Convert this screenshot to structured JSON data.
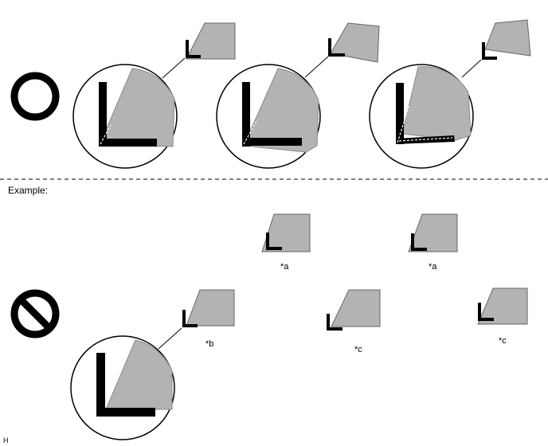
{
  "example_label": "Example:",
  "labels": {
    "a1": "*a",
    "a2": "*a",
    "b": "*b",
    "c1": "*c",
    "c2": "*c"
  },
  "corner_mark": "H",
  "colors": {
    "panel_fill": "#b3b3b3",
    "panel_stroke": "#666666",
    "ink": "#000000",
    "background": "#ffffff"
  },
  "symbols": {
    "correct": "circle-ok-icon",
    "incorrect": "prohibited-icon"
  }
}
